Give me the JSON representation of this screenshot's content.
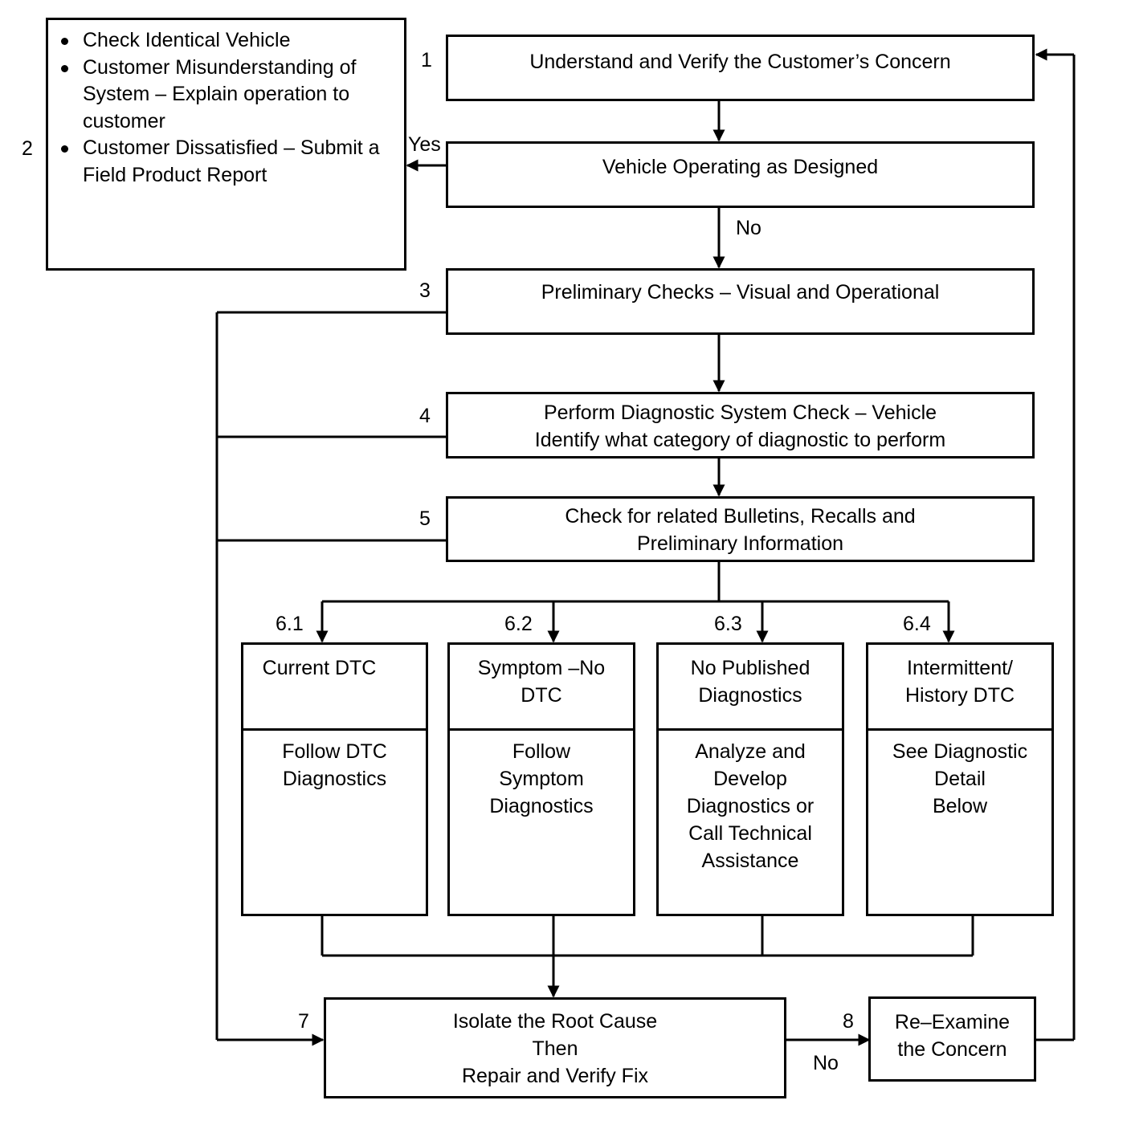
{
  "steps": {
    "s1": {
      "num": "1",
      "text": "Understand and Verify the Customer’s Concern"
    },
    "s2": {
      "num": "2",
      "bullets": [
        "Check Identical Vehicle",
        "Customer Misunderstanding of System – Explain operation to customer",
        "Customer Dissatisfied – Submit a Field Product Report"
      ]
    },
    "decision": {
      "text": "Vehicle Operating as Designed",
      "yes_label": "Yes",
      "no_label": "No"
    },
    "s3": {
      "num": "3",
      "text": "Preliminary Checks – Visual and Operational"
    },
    "s4": {
      "num": "4",
      "text": "Perform Diagnostic System Check – Vehicle\nIdentify what category of diagnostic to perform"
    },
    "s5": {
      "num": "5",
      "text": "Check for related Bulletins, Recalls and\nPreliminary Information"
    },
    "s61": {
      "num": "6.1",
      "title": "Current DTC",
      "body": "Follow DTC\nDiagnostics"
    },
    "s62": {
      "num": "6.2",
      "title": "Symptom –No\nDTC",
      "body": "Follow\nSymptom\nDiagnostics"
    },
    "s63": {
      "num": "6.3",
      "title": "No Published\nDiagnostics",
      "body": "Analyze and\nDevelop\nDiagnostics or\nCall Technical\nAssistance"
    },
    "s64": {
      "num": "6.4",
      "title": "Intermittent/\nHistory DTC",
      "body": "See Diagnostic\nDetail\nBelow"
    },
    "s7": {
      "num": "7",
      "text": "Isolate the Root Cause\nThen\nRepair and Verify Fix",
      "no_label": "No"
    },
    "s8": {
      "num": "8",
      "text": "Re–Examine\nthe Concern"
    }
  }
}
